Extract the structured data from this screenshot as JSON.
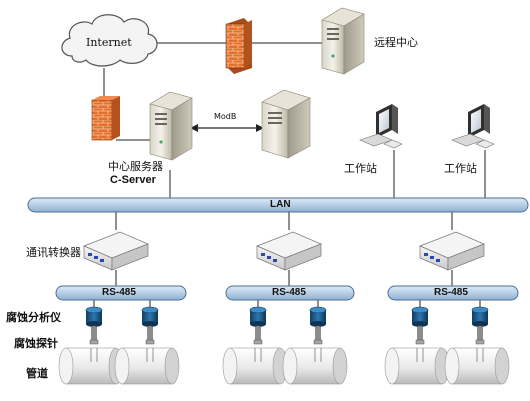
{
  "labels": {
    "internet": "Internet",
    "remote_center": "远程中心",
    "modb": "ModB",
    "central_server_cn": "中心服务器",
    "central_server_en": "C-Server",
    "workstation_1": "工作站",
    "workstation_2": "工作站",
    "lan": "LAN",
    "converter": "通讯转换器",
    "rs485_1": "RS-485",
    "rs485_2": "RS-485",
    "rs485_3": "RS-485",
    "analyzer": "腐蚀分析仪",
    "probe": "腐蚀探针",
    "pipe": "管道"
  },
  "colors": {
    "bus_fill": "#bcd3ea",
    "bus_stroke": "#4a6f93",
    "firewall": "#e06a26",
    "analyzer_body": "#1f5d8c",
    "cloud_fill": "#f4f4f4",
    "line": "#222222"
  },
  "icons": [
    "cloud-icon",
    "firewall-icon",
    "server-tower-icon",
    "workstation-icon",
    "network-switch-icon",
    "corrosion-analyzer-icon",
    "corrosion-probe-icon",
    "pipe-icon"
  ]
}
